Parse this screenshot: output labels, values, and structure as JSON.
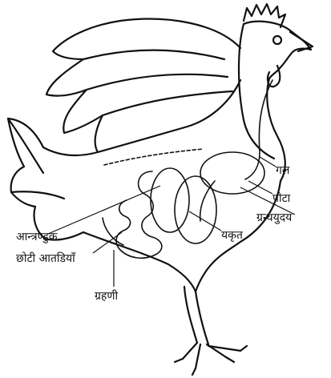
{
  "labels": {
    "crop_upper": "गल",
    "crop": "पोटा",
    "gizzard": "ग्रन्थयुदय",
    "liver": "यकृत",
    "caeca": "आन्त्रण्डुक",
    "small_intestine": "छोटी आतडियाँ",
    "duodenum": "ग्रहणी"
  },
  "colors": {
    "ink": "#111111",
    "paper": "#ffffff"
  }
}
